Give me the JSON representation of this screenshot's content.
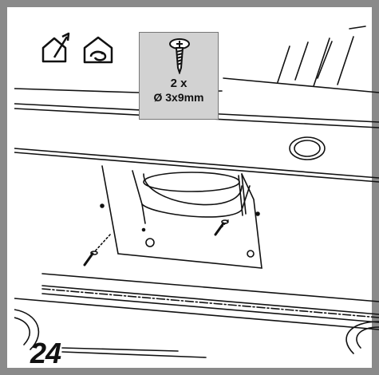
{
  "figure": {
    "step_number": "24",
    "screws": {
      "quantity": "2 x",
      "spec": "Ø 3x9mm"
    },
    "icons": [
      "external-venting-house-icon",
      "recirculation-house-icon"
    ]
  }
}
